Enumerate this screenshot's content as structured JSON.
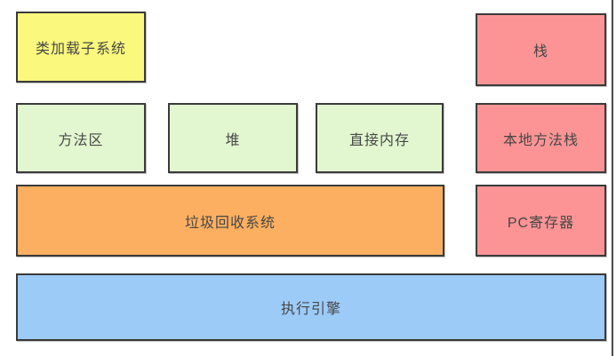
{
  "diagram": {
    "description_note": "JVM memory architecture block diagram",
    "palette": {
      "yellow": "#faf97d",
      "green": "#e2f7d0",
      "pink": "#fc9495",
      "orange": "#fcaf60",
      "blue": "#9ccbf8",
      "border": "#3a3a3a",
      "text": "#474747",
      "frame_line": "#4a4a4a"
    },
    "boxes": [
      {
        "id": "class-loader-subsystem",
        "label": "类加载子系统",
        "color": "#faf97d"
      },
      {
        "id": "stack",
        "label": "栈",
        "color": "#fc9495"
      },
      {
        "id": "method-area",
        "label": "方法区",
        "color": "#e2f7d0"
      },
      {
        "id": "heap",
        "label": "堆",
        "color": "#e2f7d0"
      },
      {
        "id": "direct-memory",
        "label": "直接内存",
        "color": "#e2f7d0"
      },
      {
        "id": "native-method-stack",
        "label": "本地方法栈",
        "color": "#fc9495"
      },
      {
        "id": "garbage-collection-system",
        "label": "垃圾回收系统",
        "color": "#fcaf60"
      },
      {
        "id": "pc-register",
        "label": "PC寄存器",
        "color": "#fc9495"
      },
      {
        "id": "execution-engine",
        "label": "执行引擎",
        "color": "#9ccbf8"
      }
    ]
  }
}
